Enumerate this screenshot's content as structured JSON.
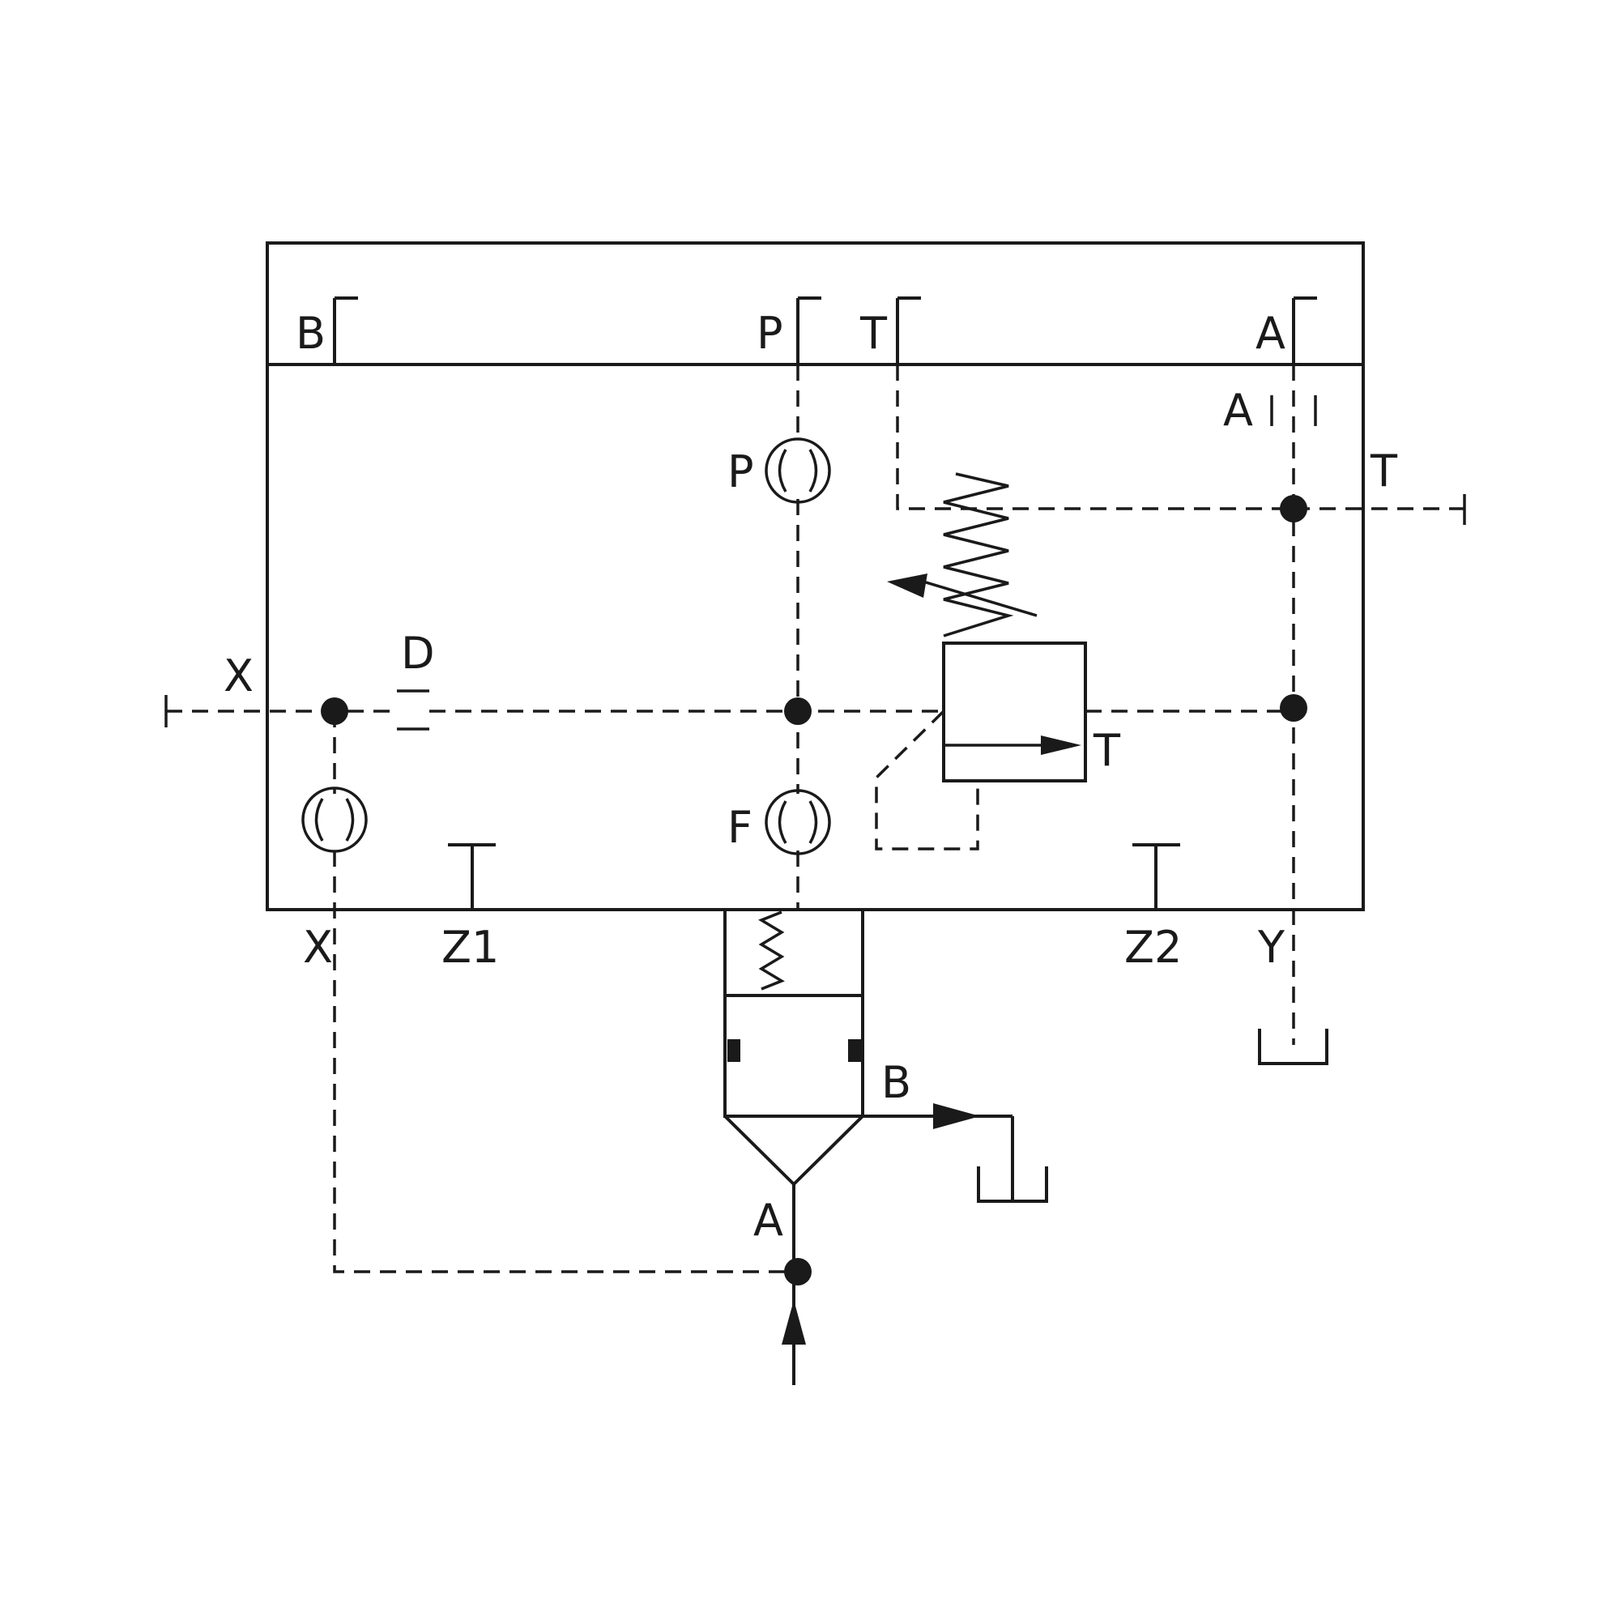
{
  "labels": {
    "port_b_top": "B",
    "port_p_top": "P",
    "port_t_top": "T",
    "port_a_top": "A",
    "gauge_a": "A",
    "port_t_right": "T",
    "gauge_p": "P",
    "port_x_left": "X",
    "throttle_d": "D",
    "valve_t": "T",
    "gauge_f": "F",
    "port_x_bottom": "X",
    "port_z1": "Z1",
    "port_z2": "Z2",
    "port_y": "Y",
    "filter_b": "B",
    "filter_a": "A"
  }
}
